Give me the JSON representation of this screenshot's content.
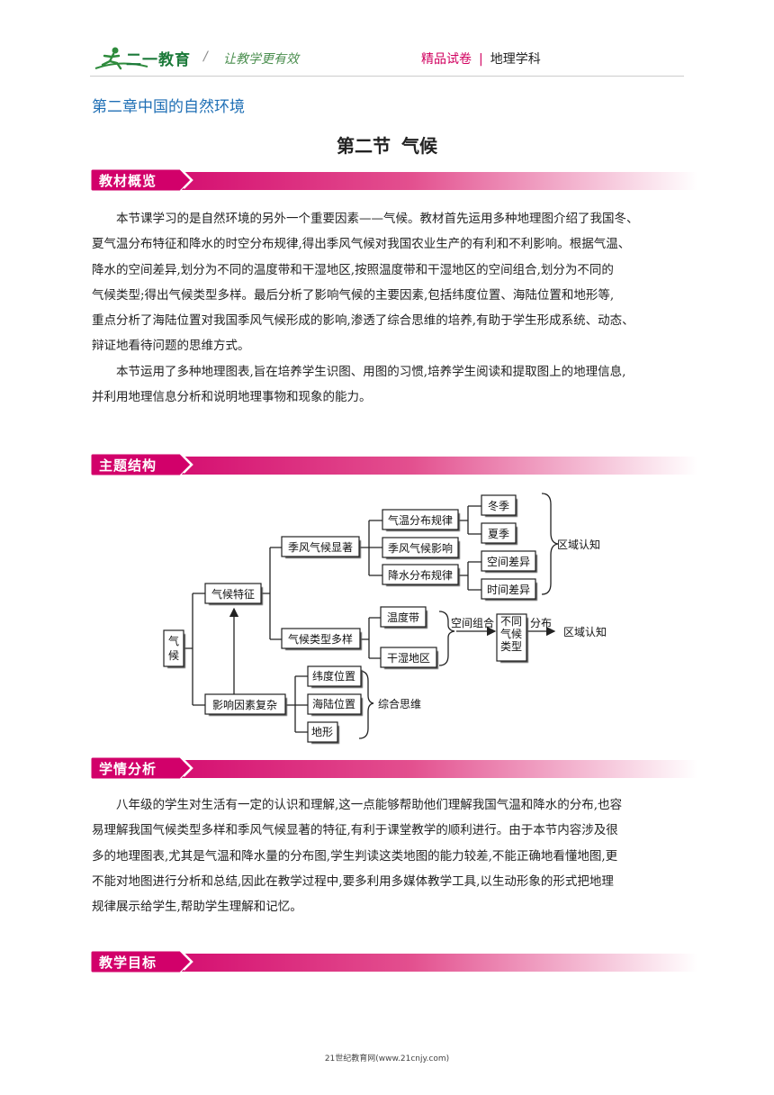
{
  "header": {
    "logo_text": "二一教育",
    "separator": "/",
    "slogan": "让教学更有效",
    "tag1": "精品试卷",
    "divider": "|",
    "tag2": "地理学科"
  },
  "chapter": "第二章中国的自然环境",
  "title": {
    "section": "第二节",
    "topic": "气候"
  },
  "sections": {
    "overview": {
      "label": "教材概览",
      "lines": [
        "本节课学习的是自然环境的另外一个重要因素——气候。教材首先运用多种地理图介绍了我国冬、",
        "夏气温分布特征和降水的时空分布规律,得出季风气候对我国农业生产的有利和不利影响。根据气温、",
        "降水的空间差异,划分为不同的温度带和干湿地区,按照温度带和干湿地区的空间组合,划分为不同的",
        "气候类型;得出气候类型多样。最后分析了影响气候的主要因素,包括纬度位置、海陆位置和地形等,",
        "重点分析了海陆位置对我国季风气候形成的影响,渗透了综合思维的培养,有助于学生形成系统、动态、",
        "辩证地看待问题的思维方式。",
        "本节运用了多种地理图表,旨在培养学生识图、用图的习惯,培养学生阅读和提取图上的地理信息,",
        "并利用地理信息分析和说明地理事物和现象的能力。"
      ]
    },
    "structure": {
      "label": "主题结构"
    },
    "analysis": {
      "label": "学情分析",
      "lines": [
        "八年级的学生对生活有一定的认识和理解,这一点能够帮助他们理解我国气温和降水的分布,也容",
        "易理解我国气候类型多样和季风气候显著的特征,有利于课堂教学的顺利进行。由于本节内容涉及很",
        "多的地理图表,尤其是气温和降水量的分布图,学生判读这类地图的能力较差,不能正确地看懂地图,更",
        "不能对地图进行分析和总结,因此在教学过程中,要多利用多媒体教学工具,以生动形象的形式把地理",
        "规律展示给学生,帮助学生理解和记忆。"
      ]
    },
    "goals": {
      "label": "教学目标"
    }
  },
  "diagram": {
    "root": "气候",
    "features": "气候特征",
    "monsoon": "季风气候显著",
    "temp_rule": "气温分布规律",
    "winter": "冬季",
    "summer": "夏季",
    "monsoon_effect": "季风气候影响",
    "rain_rule": "降水分布规律",
    "space_diff": "空间差异",
    "time_diff": "时间差异",
    "region1": "区域认知",
    "types": "气候类型多样",
    "temp_zone": "温度带",
    "dry_wet": "干湿地区",
    "combine": "空间组合",
    "diff_types": "不同气候类型",
    "distribute": "分布",
    "region2": "区域认知",
    "factors": "影响因素复杂",
    "latitude": "纬度位置",
    "land_sea": "海陆位置",
    "terrain": "地形",
    "thinking": "综合思维"
  },
  "footer": "21世纪教育网(www.21cnjy.com)",
  "colors": {
    "accent": "#d2006a",
    "chapter": "#1f6fb5",
    "logo": "#1c7a3a"
  }
}
